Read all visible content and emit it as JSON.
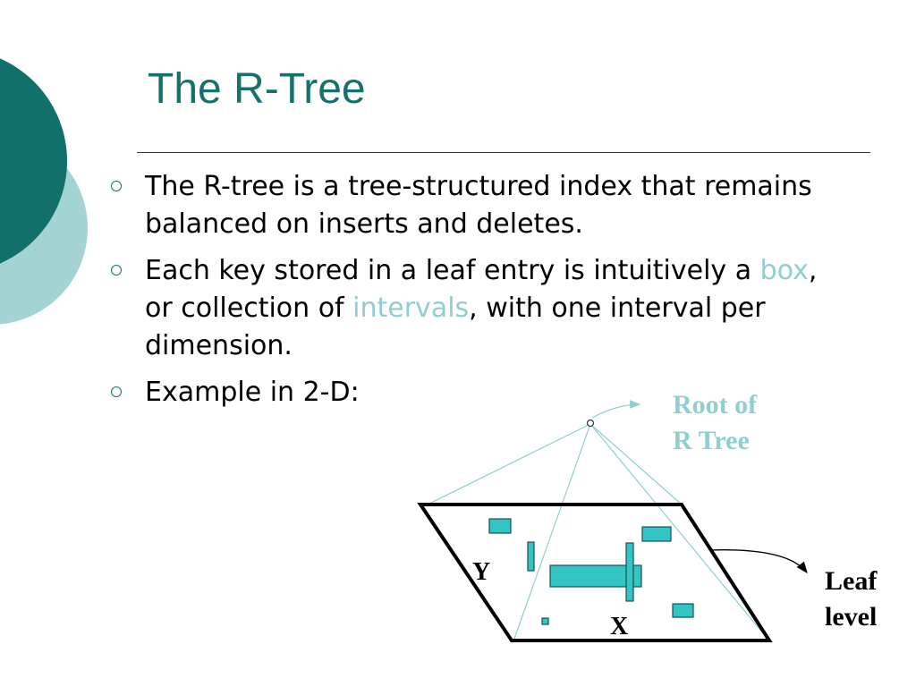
{
  "slide": {
    "title": "The R-Tree",
    "bullets": [
      {
        "text": "The R-tree is a tree-structured index that remains balanced on inserts and deletes."
      },
      {
        "before": "Each key stored in a leaf entry is intuitively a ",
        "term1": "box",
        "middle": ", or collection of ",
        "term2": "intervals",
        "after": ", with one interval per dimension."
      },
      {
        "text": "Example in 2-D:"
      }
    ]
  },
  "diagram": {
    "root_label_line1": "Root of",
    "root_label_line2": "R Tree",
    "leaf_label_line1": "Leaf",
    "leaf_label_line2": "level",
    "label_y": "Y",
    "label_x": "X"
  },
  "colors": {
    "title": "#16706c",
    "accent": "#8fcfd0",
    "box_fill": "#33c4c4",
    "deco_dark": "#12706b",
    "deco_light": "#a3d3d3"
  }
}
